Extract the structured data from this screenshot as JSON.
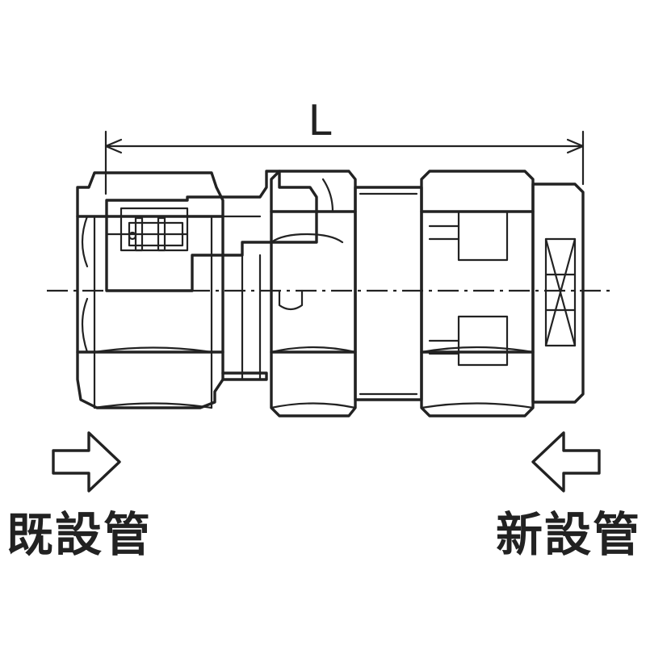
{
  "dimension": {
    "label": "L"
  },
  "labels": {
    "existing_pipe": "既設管",
    "new_pipe": "新設管"
  },
  "colors": {
    "line": "#222222",
    "background": "#ffffff"
  }
}
